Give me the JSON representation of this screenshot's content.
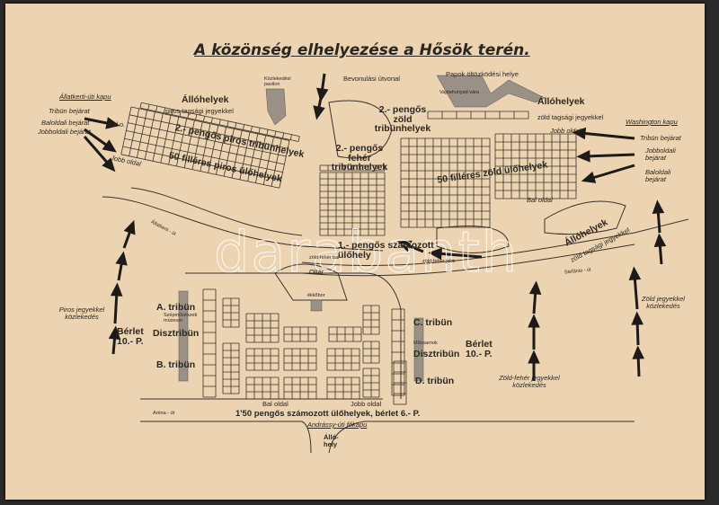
{
  "title": "A közönség elhelyezése a Hősök terén.",
  "gates": {
    "allatkert": "Állatkerti-úti kapu",
    "washington": "Washington kapu",
    "left_entries": [
      "Tribün bejárat",
      "Baloldali bejárat",
      "Jobboldali bejárat"
    ],
    "right_entries": [
      "Tribün bejárat",
      "Jobboldali bejárat",
      "Baloldali bejárat"
    ]
  },
  "areas": {
    "standing_red": "Állóhelyek",
    "standing_red_sub": "piros tagsági jegyekkel",
    "red_tribune": "2.- pengős piros tribünhelyek",
    "red_seats": "50 filléres piros ülőhelyek",
    "bal_o": "Bal o.",
    "jobb_oldal_left": "Jobb oldal",
    "kozlekedesi_pavilon": "Közlekedési pavilon",
    "bevonulasi": "Bevonulási útvonal",
    "papok": "Papok öltözködési helye",
    "vajdahunyad": "Vajdahunyad vára",
    "green_tribune": "2.- pengős zöld tribünhelyek",
    "white_tribune": "2.- pengős fehér tribünhelyek",
    "standing_green": "Állóhelyek",
    "standing_green_sub": "zöld tagsági jegyekkel",
    "jobb_oldal_right": "Jobb oldal",
    "green_seats": "50 filléres zöld ülőhelyek",
    "bal_oldal_right": "Bal oldal",
    "numbered_1p": "1.- pengős számozott ülőhely",
    "zold_feher_bal": "zöld-fehér bal",
    "zold_feher_jobb": "zöld-fehér jobb",
    "oltar": "Oltár",
    "dekkbor": "ékkőbor",
    "standing_stefania": "Állóhelyek",
    "standing_stefania_sub": "zöld tagsági jegyekkel",
    "allatkerti_ut": "Állatkerti - út",
    "stefania_ut": "Stefánia - út",
    "arena_ut": "Aréna - út",
    "andrassy": "Andrássy-úti főkapu",
    "allohely": "Álló- hely",
    "numbered_150": "1'50 pengős számozott ülőhelyek, bérlet 6.- P.",
    "bal_oldal_bottom": "Bal oldal",
    "jobb_oldal_bottom": "Jobb oldal",
    "a_tribun": "A. tribün",
    "muzeum": "Szépművészeti múzeum",
    "disztribun_left": "Disztribün",
    "b_tribun": "B. tribün",
    "berlet_left": "Bérlet 10.- P.",
    "c_tribun": "C. tribün",
    "mucsarnok": "Műcsarnok",
    "disztribun_right": "Disztribün",
    "d_tribun": "D. tribün",
    "berlet_right": "Bérlet 10.- P."
  },
  "traffic": {
    "red": "Piros jegyekkel közlekedés",
    "green": "Zöld jegyekkel közlekedés",
    "green_white": "Zöld-fehér jegyekkel közlekedés"
  },
  "watermark": "darabanth",
  "colors": {
    "paper": "#ecd4b2",
    "ink": "#2b2620"
  }
}
